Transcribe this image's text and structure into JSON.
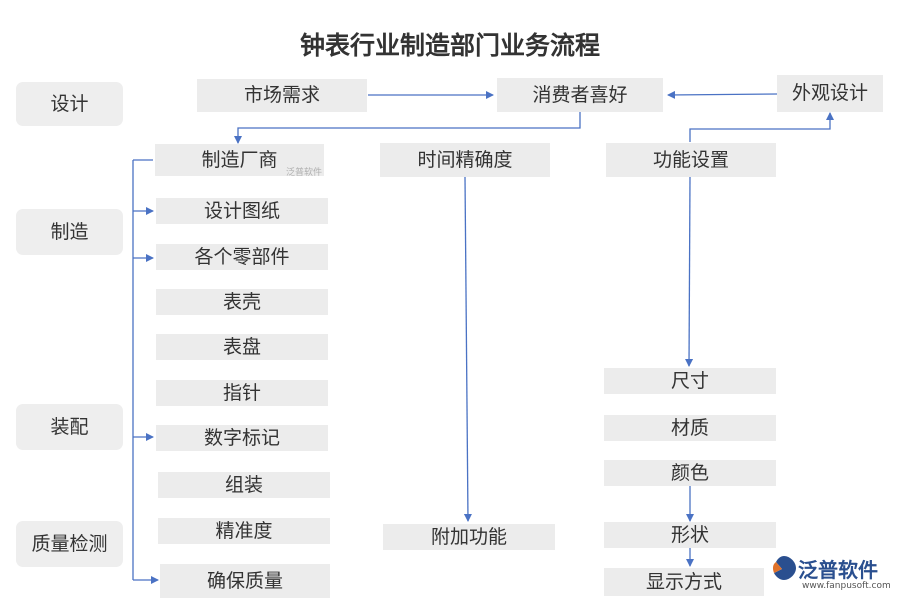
{
  "title": "钟表行业制造部门业务流程",
  "stages": {
    "design": "设计",
    "manufacturing": "制造",
    "assembly": "装配",
    "quality": "质量检测"
  },
  "top": {
    "market_demand": "市场需求",
    "consumer_preference": "消费者喜好",
    "appearance_design": "外观设计"
  },
  "left_column": {
    "manufacturer": "制造厂商",
    "items": [
      "设计图纸",
      "各个零部件",
      "表壳",
      "表盘",
      "指针",
      "数字标记",
      "组装",
      "精准度",
      "确保质量"
    ]
  },
  "middle_column": {
    "time_precision": "时间精确度",
    "extra_function": "附加功能"
  },
  "right_column": {
    "function_setting": "功能设置",
    "items": [
      "尺寸",
      "材质",
      "颜色",
      "形状",
      "显示方式"
    ]
  },
  "watermark": {
    "inline": "泛普软件",
    "brand": "泛普软件",
    "url": "www.fanpusoft.com"
  },
  "colors": {
    "arrow": "#4a72c4",
    "box": "#ececec",
    "brand": "#2a4f8f"
  }
}
